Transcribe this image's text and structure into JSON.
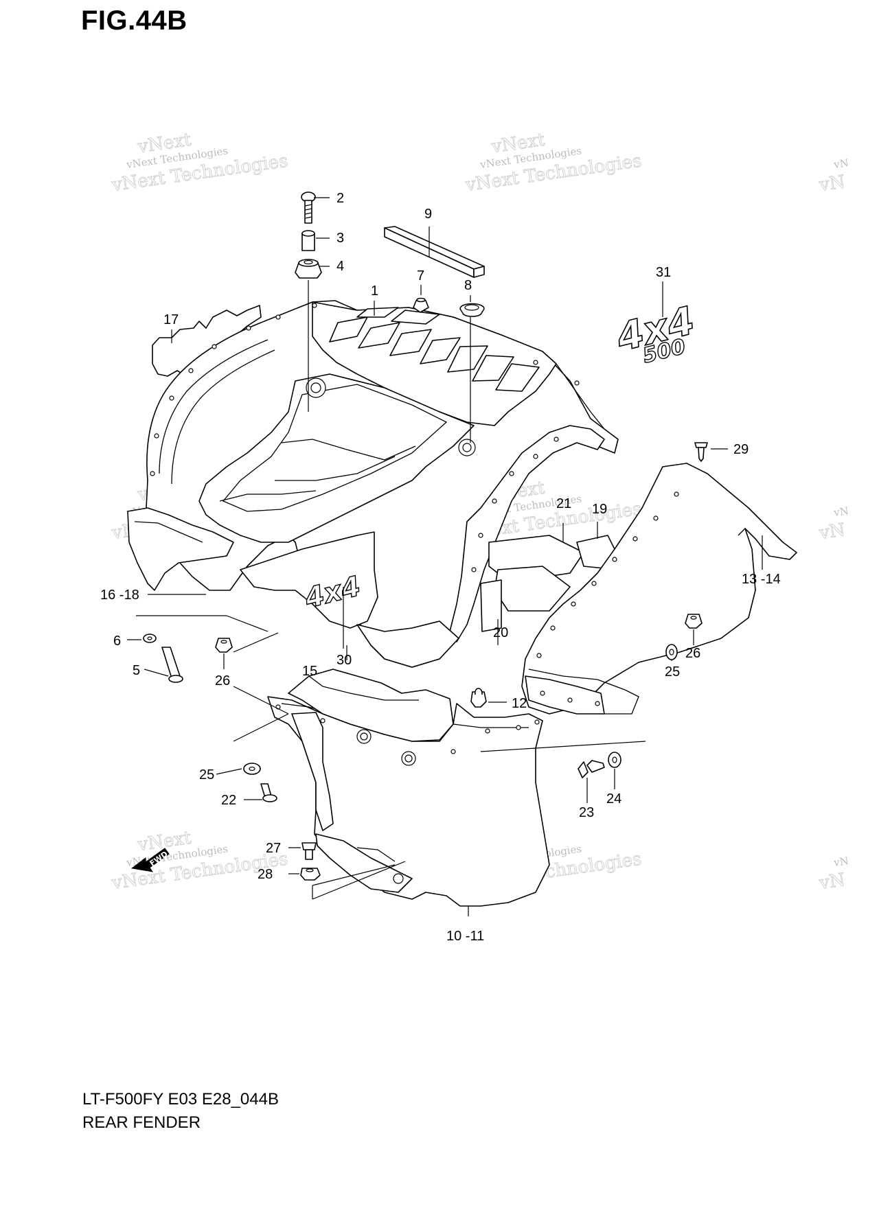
{
  "figure_title": "FIG.44B",
  "model_code": "LT-F500FY E03 E28_044B",
  "section_name": "REAR FENDER",
  "watermark": {
    "line1": "vNext Technologies",
    "line2": "vNext Technologies",
    "line3": "vNext",
    "line3_cut": "vN"
  },
  "decal_large_text": "4x4",
  "decal_small_text": "500",
  "fwd_marker": "FWD",
  "callouts": [
    "1",
    "2",
    "3",
    "4",
    "5",
    "6",
    "7",
    "8",
    "9",
    "10 -11",
    "12",
    "13 -14",
    "15",
    "16 -18",
    "17",
    "19",
    "20",
    "21",
    "22",
    "23",
    "24",
    "25",
    "25",
    "26",
    "26",
    "27",
    "28",
    "29",
    "30",
    "31"
  ]
}
